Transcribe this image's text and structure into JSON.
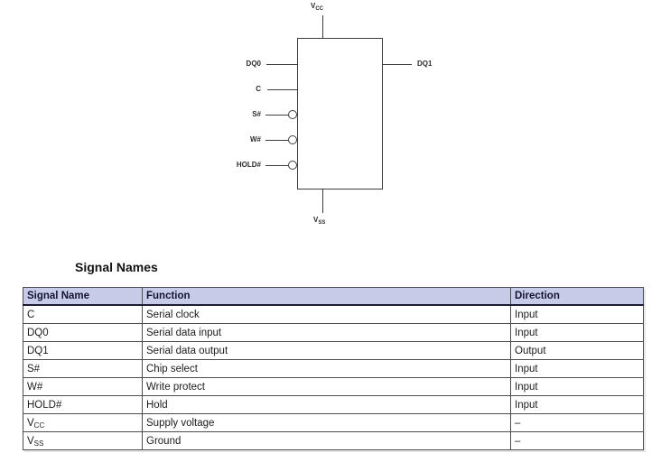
{
  "diagram": {
    "top_pin": {
      "main": "V",
      "sub": "CC"
    },
    "bottom_pin": {
      "main": "V",
      "sub": "SS"
    },
    "left_pins": [
      {
        "label": "DQ0",
        "bubble": false
      },
      {
        "label": "C",
        "bubble": false
      },
      {
        "label": "S#",
        "bubble": true
      },
      {
        "label": "W#",
        "bubble": true
      },
      {
        "label": "HOLD#",
        "bubble": true
      }
    ],
    "right_pins": [
      {
        "label": "DQ1"
      }
    ]
  },
  "section": {
    "title": "Signal Names"
  },
  "table": {
    "headers": [
      "Signal Name",
      "Function",
      "Direction"
    ],
    "rows": [
      {
        "signal_main": "C",
        "signal_sub": "",
        "function": "Serial clock",
        "direction": "Input"
      },
      {
        "signal_main": "DQ0",
        "signal_sub": "",
        "function": "Serial data input",
        "direction": "Input"
      },
      {
        "signal_main": "DQ1",
        "signal_sub": "",
        "function": "Serial data output",
        "direction": "Output"
      },
      {
        "signal_main": "S#",
        "signal_sub": "",
        "function": "Chip select",
        "direction": "Input"
      },
      {
        "signal_main": "W#",
        "signal_sub": "",
        "function": "Write protect",
        "direction": "Input"
      },
      {
        "signal_main": "HOLD#",
        "signal_sub": "",
        "function": "Hold",
        "direction": "Input"
      },
      {
        "signal_main": "V",
        "signal_sub": "CC",
        "function": "Supply voltage",
        "direction": "–"
      },
      {
        "signal_main": "V",
        "signal_sub": "SS",
        "function": "Ground",
        "direction": "–"
      }
    ]
  },
  "colors": {
    "table_header_bg": "#c6cce8",
    "table_header_rule": "#1b1b38",
    "diagram_line": "#3d3d3d"
  }
}
